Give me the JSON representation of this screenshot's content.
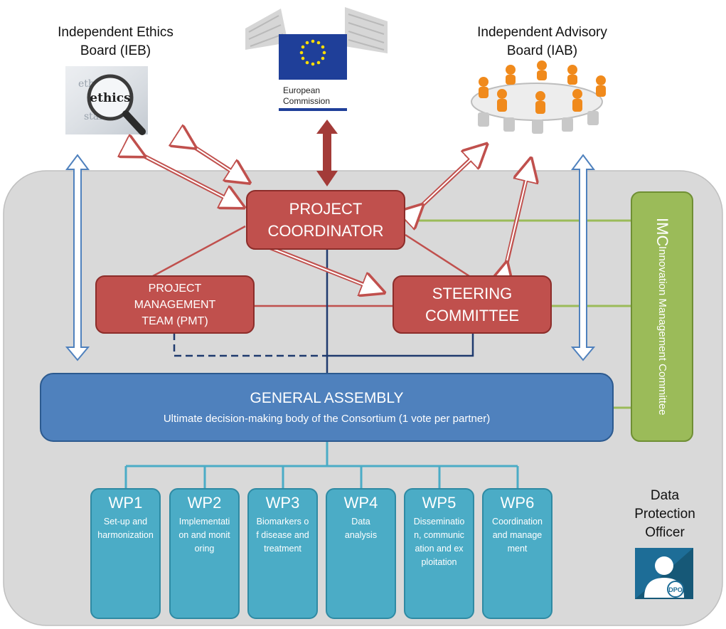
{
  "external": {
    "ieb_label": "Independent Ethics Board (IEB)",
    "iab_label": "Independent Advisory Board (IAB)",
    "ec_label_line1": "European",
    "ec_label_line2": "Commission"
  },
  "boxes": {
    "coordinator": "PROJECT COORDINATOR",
    "pmt": "PROJECT MANAGEMENT TEAM (PMT)",
    "steering": "STEERING COMMITTEE",
    "general_assembly_title": "GENERAL ASSEMBLY",
    "general_assembly_subtitle": "Ultimate decision-making body of the Consortium (1 vote per partner)",
    "imc_short": "IMC",
    "imc_full": "Innovation Management Committee"
  },
  "work_packages": [
    {
      "id": "WP1",
      "desc": "Set-up and harmonization"
    },
    {
      "id": "WP2",
      "desc": "Implementation and monitoring"
    },
    {
      "id": "WP3",
      "desc": "Biomarkers of disease and treatment"
    },
    {
      "id": "WP4",
      "desc": "Data analysis"
    },
    {
      "id": "WP5",
      "desc": "Dissemination, communication and exploitation"
    },
    {
      "id": "WP6",
      "desc": "Coordination and management"
    }
  ],
  "dpo": {
    "label": "Data Protection Officer",
    "badge": "DPO"
  },
  "colors": {
    "red_box": "#c0504d",
    "red_border": "#8c2d2a",
    "blue_box": "#4f81bd",
    "teal_box": "#4bacc6",
    "green_box": "#9bbb59",
    "panel": "#d9d9d9",
    "eu_blue": "#1f3f99",
    "eu_star": "#ffdd00"
  }
}
